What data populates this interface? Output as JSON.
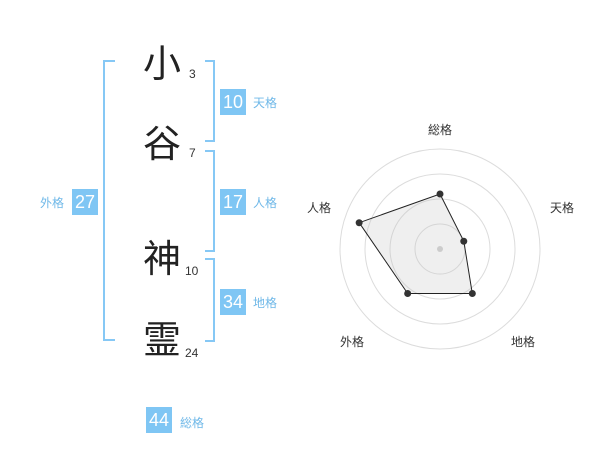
{
  "characters": [
    {
      "char": "小",
      "strokes": "3"
    },
    {
      "char": "谷",
      "strokes": "7"
    },
    {
      "char": "神",
      "strokes": "10"
    },
    {
      "char": "霊",
      "strokes": "24"
    }
  ],
  "kakusu": {
    "tenkaku": {
      "label": "天格",
      "value": "10"
    },
    "jinkaku": {
      "label": "人格",
      "value": "17"
    },
    "chikaku": {
      "label": "地格",
      "value": "34"
    },
    "gaikaku": {
      "label": "外格",
      "value": "27"
    },
    "soukaku": {
      "label": "総格",
      "value": "44"
    }
  },
  "radar": {
    "axes": [
      "総格",
      "天格",
      "地格",
      "外格",
      "人格"
    ],
    "levels": 4,
    "values": [
      0.55,
      0.25,
      0.55,
      0.55,
      0.85
    ]
  }
}
